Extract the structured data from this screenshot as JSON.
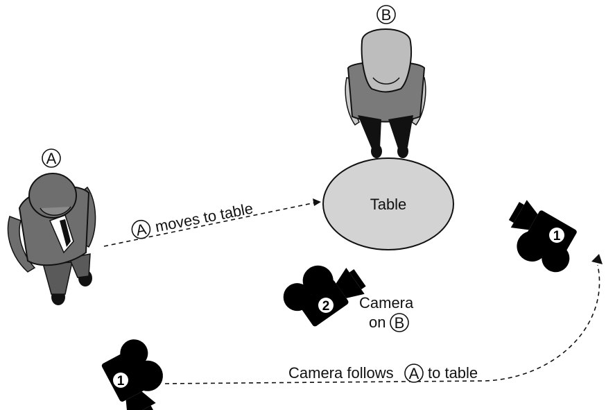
{
  "people": {
    "a": {
      "marker": "A"
    },
    "b": {
      "marker": "B"
    }
  },
  "table": {
    "label": "Table"
  },
  "paths": {
    "a_move_marker": "A",
    "a_move_text": "moves to table",
    "camera_follow_text_1": "Camera follows",
    "camera_follow_marker": "A",
    "camera_follow_text_2": "to table"
  },
  "cameras": {
    "cam1_left": {
      "number": "1"
    },
    "cam1_right": {
      "number": "1"
    },
    "cam2": {
      "number": "2",
      "caption_line1": "Camera",
      "caption_line2": "on",
      "caption_marker": "B"
    }
  },
  "colors": {
    "table_fill": "#d3d3d3",
    "suit": "#6e6e6e",
    "shirt": "#7a7a7a",
    "hair": "#bdbdbd",
    "camera": "#000000"
  }
}
